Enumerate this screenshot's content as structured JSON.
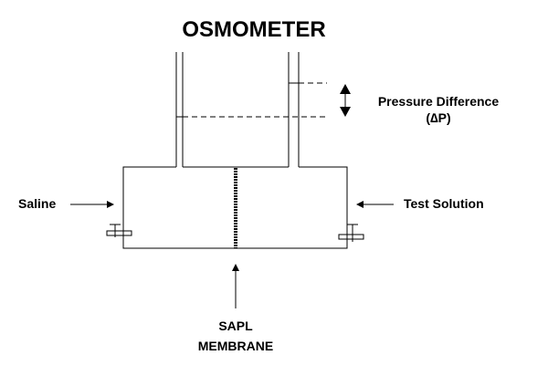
{
  "diagram": {
    "title": "OSMOMETER",
    "labels": {
      "pressure_line1": "Pressure Difference",
      "pressure_line2": "(∆P)",
      "saline": "Saline",
      "test_solution": "Test Solution",
      "membrane_line1": "SAPL",
      "membrane_line2": "MEMBRANE"
    }
  }
}
